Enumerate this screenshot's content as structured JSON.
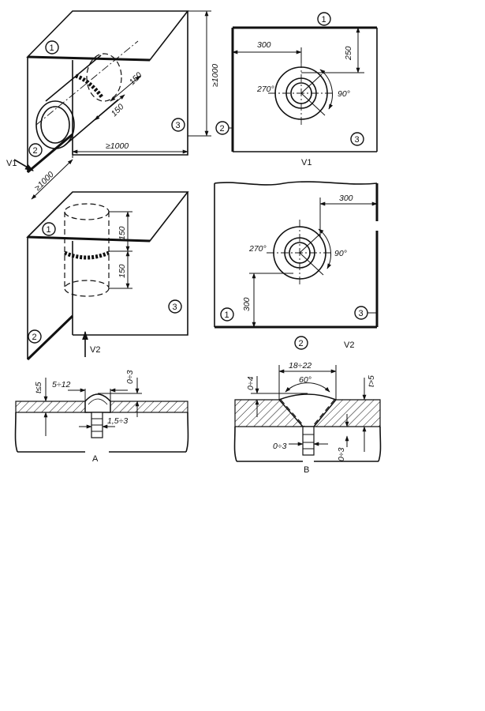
{
  "figure": {
    "view_labels": {
      "v1": "V1",
      "v2": "V2"
    },
    "part_numbers": {
      "one": "1",
      "two": "2",
      "three": "3"
    },
    "iso_horizontal": {
      "dim_150_a": "150",
      "dim_150_b": "150",
      "dim_min_width": "≥1000",
      "dim_min_depth": "≥1000",
      "dim_min_height": "≥1000"
    },
    "plan_v1": {
      "dim_left": "300",
      "dim_top": "250",
      "angle_270": "270°",
      "angle_90": "90°"
    },
    "iso_vertical": {
      "dim_150_top": "150",
      "dim_150_bottom": "150"
    },
    "plan_v2": {
      "dim_right": "300",
      "dim_bottom": "300",
      "angle_270": "270°",
      "angle_90": "90°"
    },
    "weld_a": {
      "label": "A",
      "thickness": "t≤5",
      "bead_width": "5÷12",
      "reinforcement": "0÷3",
      "root": "1,5÷3"
    },
    "weld_b": {
      "label": "B",
      "thickness": "t>5",
      "face_width": "18÷22",
      "angle": "60°",
      "reinforcement": "0÷4",
      "root_gap": "0÷3",
      "root_reinforcement": "0÷3"
    }
  }
}
